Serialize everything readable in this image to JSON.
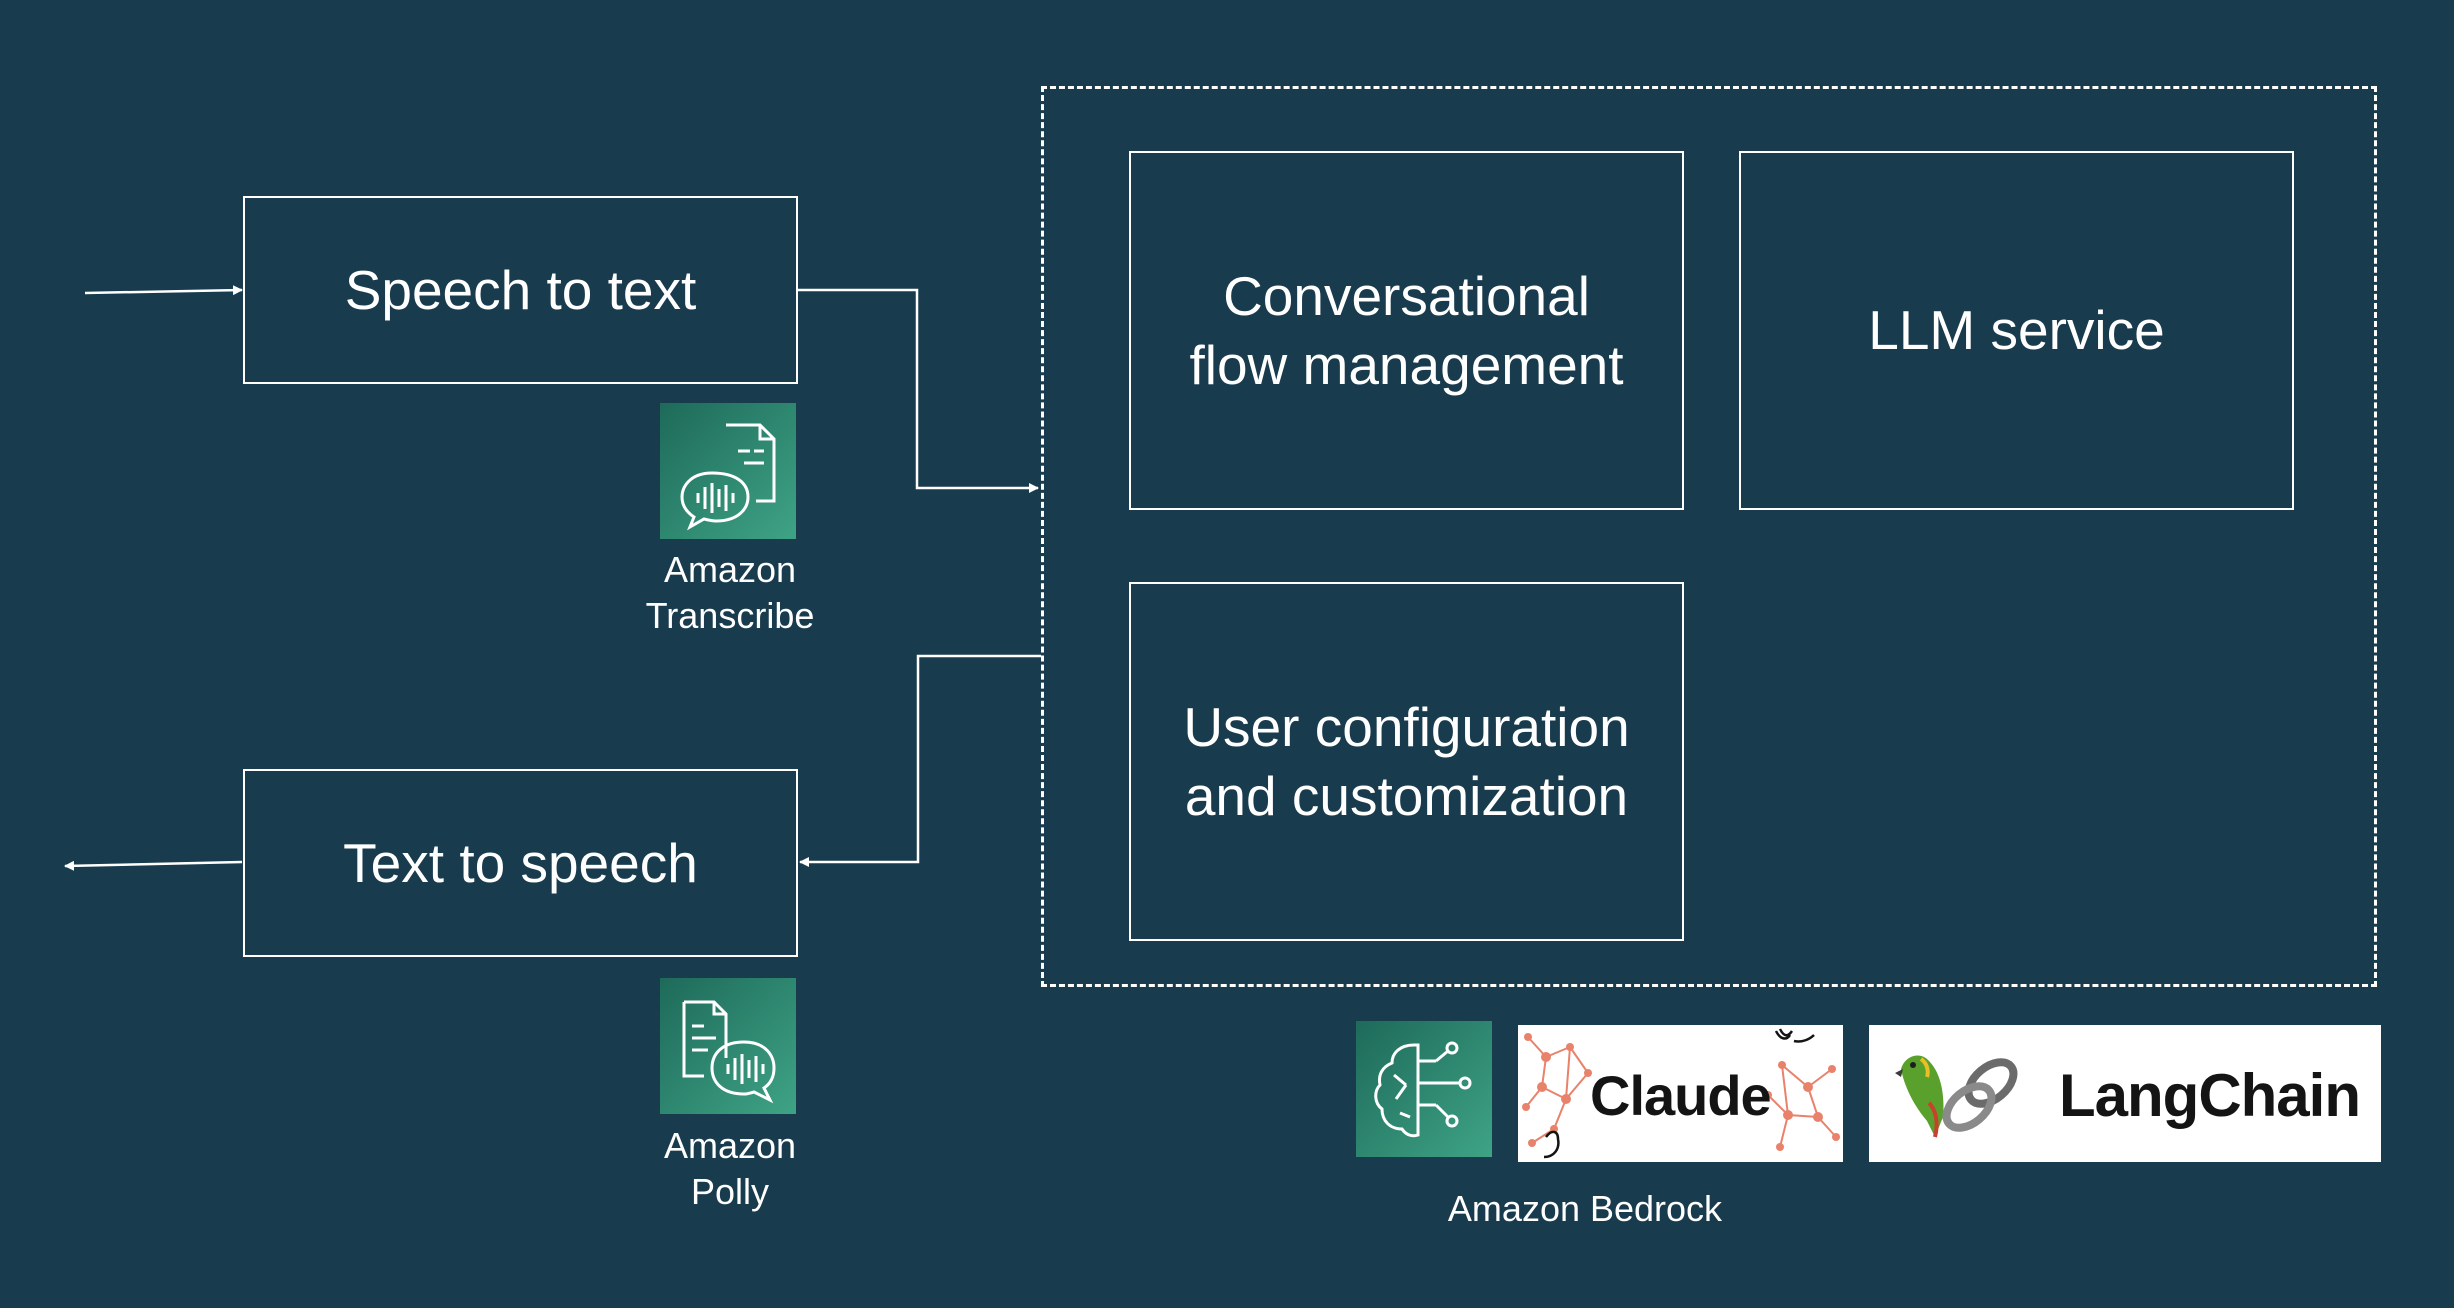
{
  "diagram": {
    "nodes": {
      "speech_to_text": "Speech to text",
      "text_to_speech": "Text to speech",
      "conversational_flow": "Conversational\nflow management",
      "llm_service": "LLM service",
      "user_config": "User configuration\nand customization"
    },
    "services": {
      "transcribe_label": "Amazon\nTranscribe",
      "polly_label": "Amazon\nPolly",
      "bedrock_label": "Amazon Bedrock"
    },
    "logos": {
      "claude_text": "Claude",
      "langchain_text": "LangChain"
    },
    "edges": [
      {
        "from": "input",
        "to": "speech_to_text"
      },
      {
        "from": "speech_to_text",
        "to": "dashed_group"
      },
      {
        "from": "dashed_group",
        "to": "text_to_speech"
      },
      {
        "from": "text_to_speech",
        "to": "output"
      }
    ],
    "colors": {
      "background": "#183b4e",
      "stroke": "#ffffff",
      "aws_icon_dark": "#1e6a5a",
      "aws_icon_light": "#3ea385",
      "claude_accent": "#e8826b"
    },
    "icons": {
      "transcribe": "transcribe-icon",
      "polly": "polly-icon",
      "bedrock": "bedrock-icon",
      "parrot": "parrot-icon",
      "chain": "chain-link-icon"
    }
  }
}
